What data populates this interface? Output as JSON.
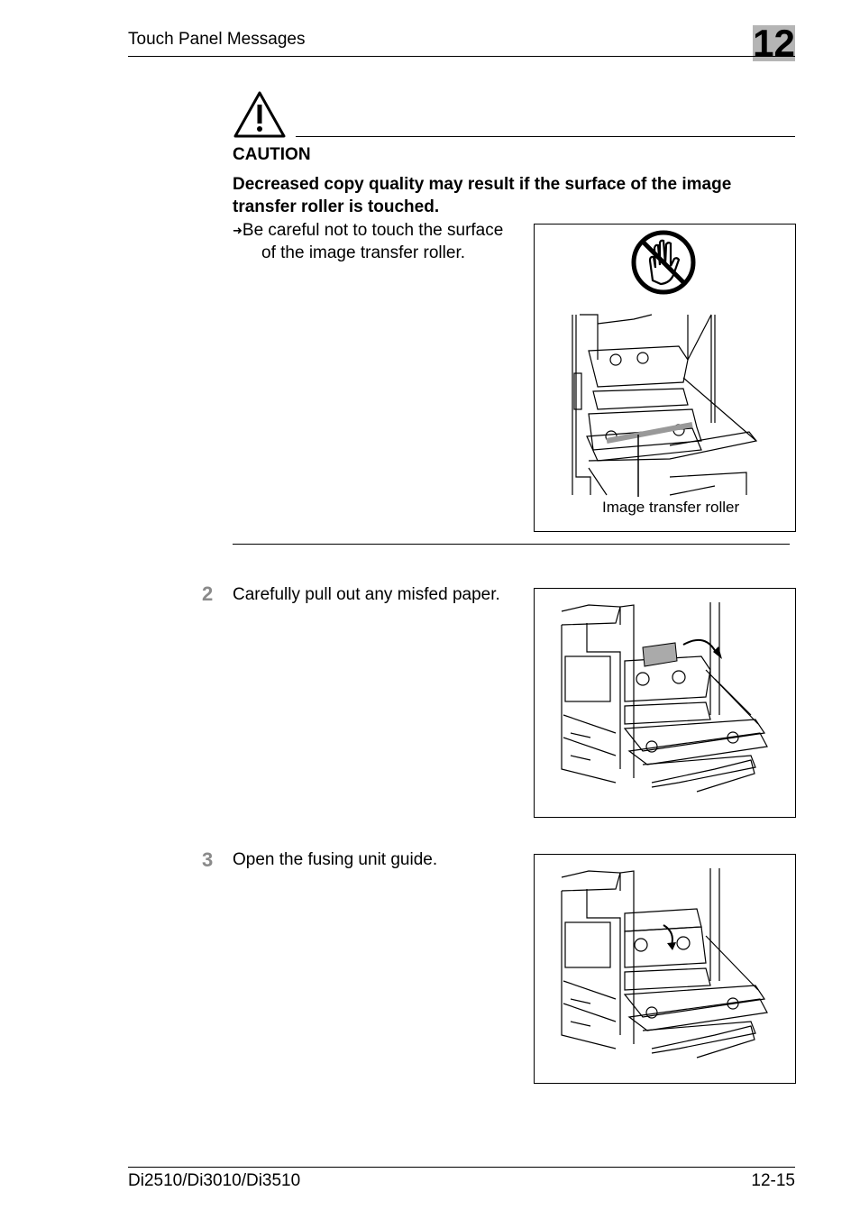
{
  "header": {
    "title": "Touch Panel Messages",
    "chapter": "12"
  },
  "caution": {
    "label": "CAUTION",
    "heading": "Decreased copy quality may result if the surface of the image transfer roller is touched.",
    "bullet_line1": "Be careful not to touch the surface",
    "bullet_line2": "of the image transfer roller.",
    "figure_caption": "Image transfer roller"
  },
  "steps": [
    {
      "number": "2",
      "text": "Carefully pull out any misfed paper."
    },
    {
      "number": "3",
      "text": "Open the fusing unit guide."
    }
  ],
  "footer": {
    "model": "Di2510/Di3010/Di3510",
    "page": "12-15"
  }
}
